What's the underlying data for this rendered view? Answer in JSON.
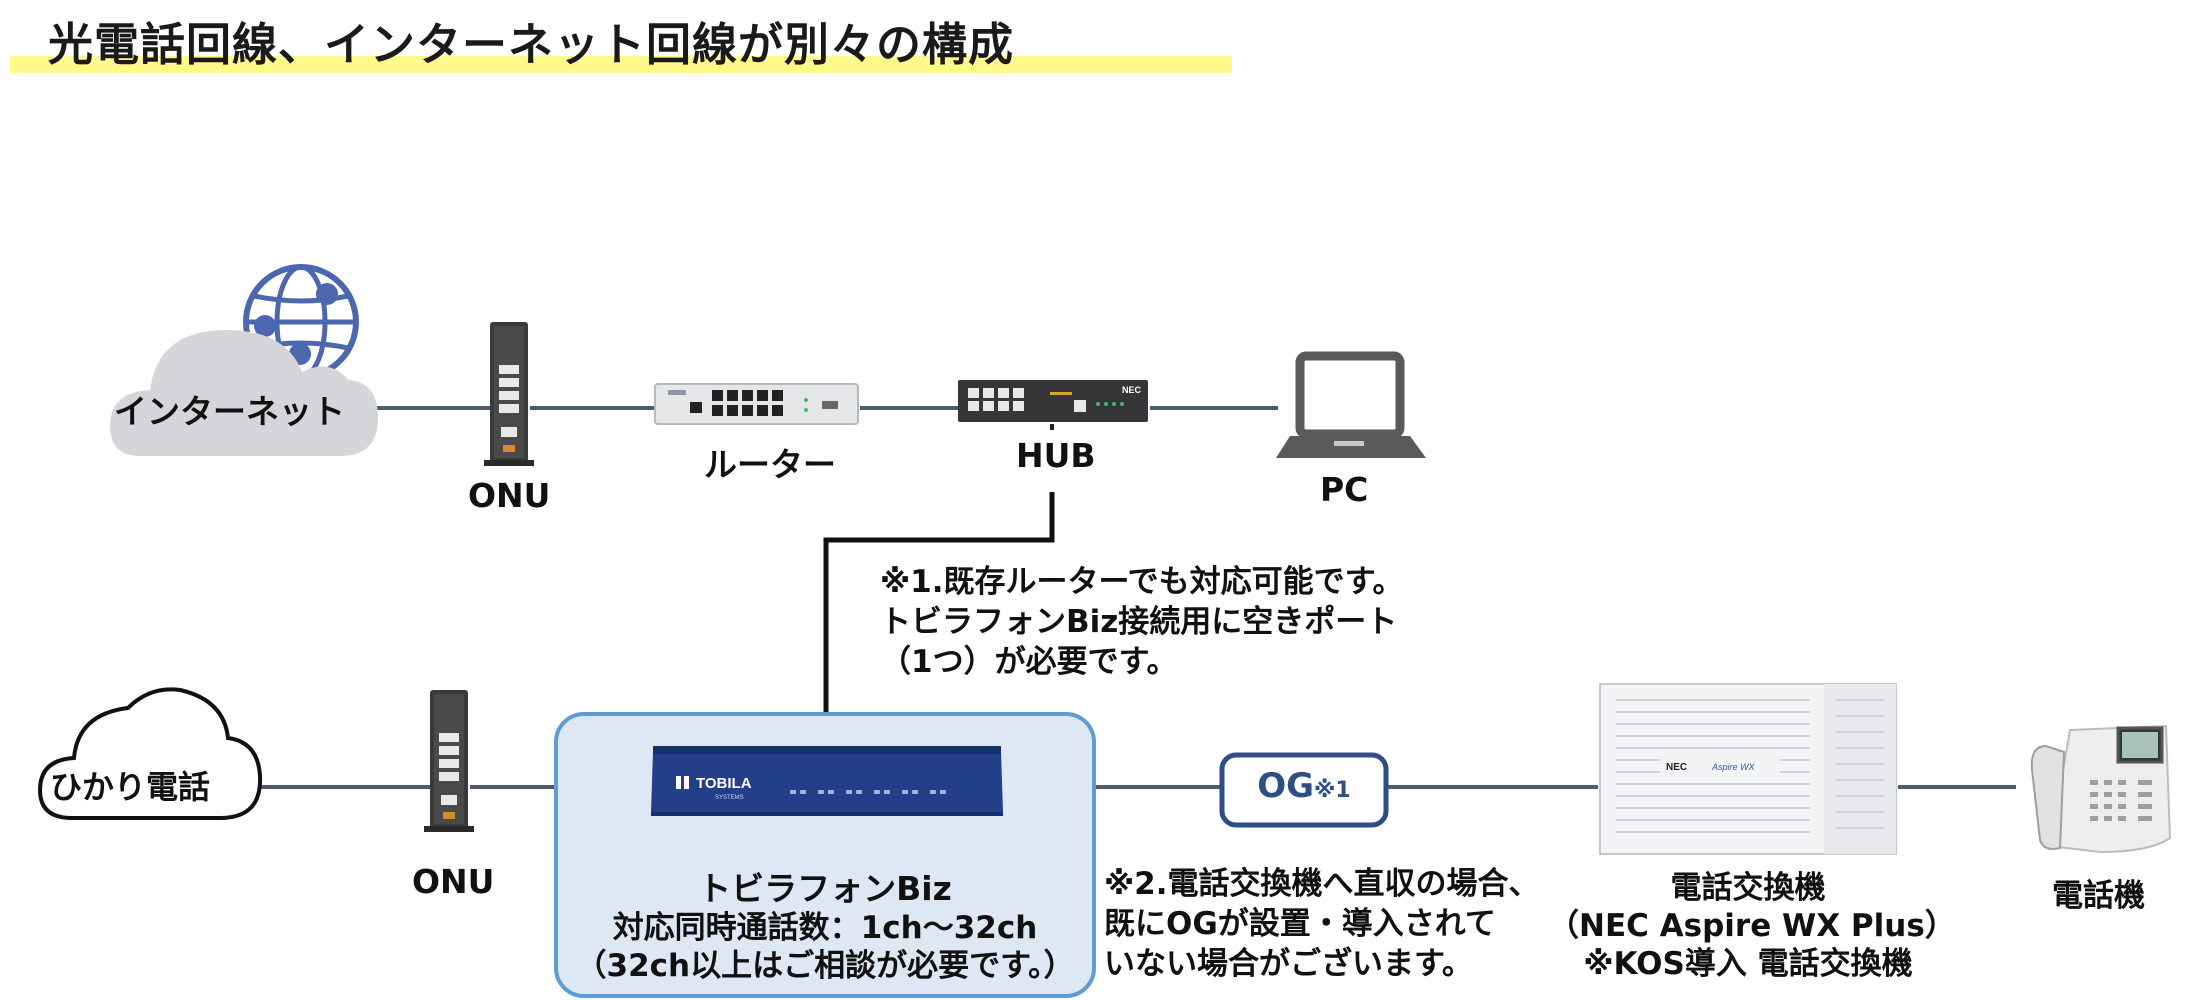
{
  "title": "光電話回線、インターネット回線が別々の構成",
  "colors": {
    "title_highlight": "#fffa8c",
    "line": "#4e5b6e",
    "hub_line": "#111111",
    "tobila_box_fill": "#dde8f4",
    "tobila_box_border": "#5f9bd6",
    "og_border": "#2e4e86",
    "og_text": "#2e4e86",
    "globe": "#4a67b0",
    "cloud_gray": "#d5d6d9"
  },
  "nodes": {
    "internet": {
      "label": "インターネット",
      "icon": "globe-cloud-icon"
    },
    "onu_top": {
      "label": "ONU",
      "icon": "onu-device-icon"
    },
    "router": {
      "label": "ルーター",
      "icon": "router-device-icon"
    },
    "hub": {
      "label": "HUB",
      "icon": "hub-device-icon",
      "brand": "NEC"
    },
    "pc": {
      "label": "PC",
      "icon": "laptop-icon"
    },
    "hikari": {
      "label": "ひかり電話",
      "icon": "cloud-outline-icon"
    },
    "onu_bottom": {
      "label": "ONU",
      "icon": "onu-device-icon"
    },
    "tobila": {
      "brand": "TOBILA",
      "brand_sub": "SYSTEMS",
      "name": "トビラフォンBiz",
      "spec": "対応同時通話数：1ch～32ch",
      "note": "（32ch以上はご相談が必要です。）"
    },
    "og": {
      "label": "OG",
      "footnote": "※1"
    },
    "pbx": {
      "brand": "NEC",
      "brand_sub": "Aspire WX",
      "name": "電話交換機",
      "model": "（NEC Aspire WX Plus）",
      "note": "※KOS導入 電話交換機"
    },
    "phone": {
      "label": "電話機",
      "icon": "desk-phone-icon"
    }
  },
  "notes": {
    "note1": {
      "line1": "※1.既存ルーターでも対応可能です。",
      "line2": "トビラフォンBiz接続用に空きポート",
      "line3": "（1つ）が必要です。"
    },
    "note2": {
      "line1": "※2.電話交換機へ直収の場合、",
      "line2": "既にOGが設置・導入されて",
      "line3": "いない場合がございます。"
    }
  }
}
